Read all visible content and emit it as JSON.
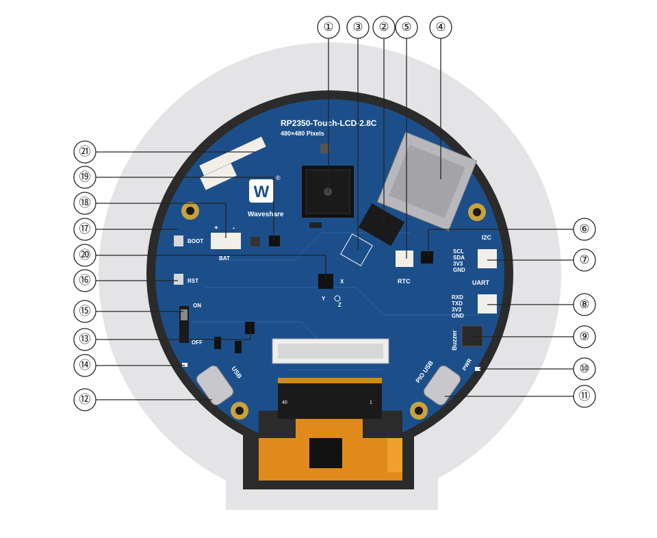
{
  "board": {
    "title": "RP2350-Touch-LCD-2.8C",
    "subtitle": "480×480 Pixels",
    "brand": "Waveshare",
    "brand_mark": "W",
    "registered": "®"
  },
  "silkscreen": {
    "i2c": "I2C",
    "i2c_pins": [
      "SCL",
      "SDA",
      "3V3",
      "GND"
    ],
    "uart": "UART",
    "uart_pins": [
      "RXD",
      "TXD",
      "3V3",
      "GND"
    ],
    "rtc": "RTC",
    "buzzer": "Buzzer",
    "pwr": "PWR",
    "pio_usb": "PIO USB",
    "usb": "USB",
    "boot": "BOOT",
    "rst": "RST",
    "bat": "BAT",
    "bat_plus": "+",
    "bat_minus": "-",
    "on": "ON",
    "off": "OFF",
    "imu_x": "X",
    "imu_y": "Y",
    "imu_z": "Z",
    "fpc_pin_40": "40",
    "fpc_pin_1": "1"
  },
  "callouts": [
    "①",
    "②",
    "③",
    "④",
    "⑤",
    "⑥",
    "⑦",
    "⑧",
    "⑨",
    "⑩",
    "⑪",
    "⑫",
    "⑬",
    "⑭",
    "⑮",
    "⑯",
    "⑰",
    "⑱",
    "⑲",
    "⑳",
    "㉑"
  ],
  "colors": {
    "pcb": "#1c4f8a",
    "pcb_dark": "#143d6d",
    "bezel": "#e4e4e6",
    "display_black": "#1a1a1a",
    "fpc_orange": "#e08a1c",
    "gold": "#c9a23a",
    "callout_stroke": "#222222"
  }
}
